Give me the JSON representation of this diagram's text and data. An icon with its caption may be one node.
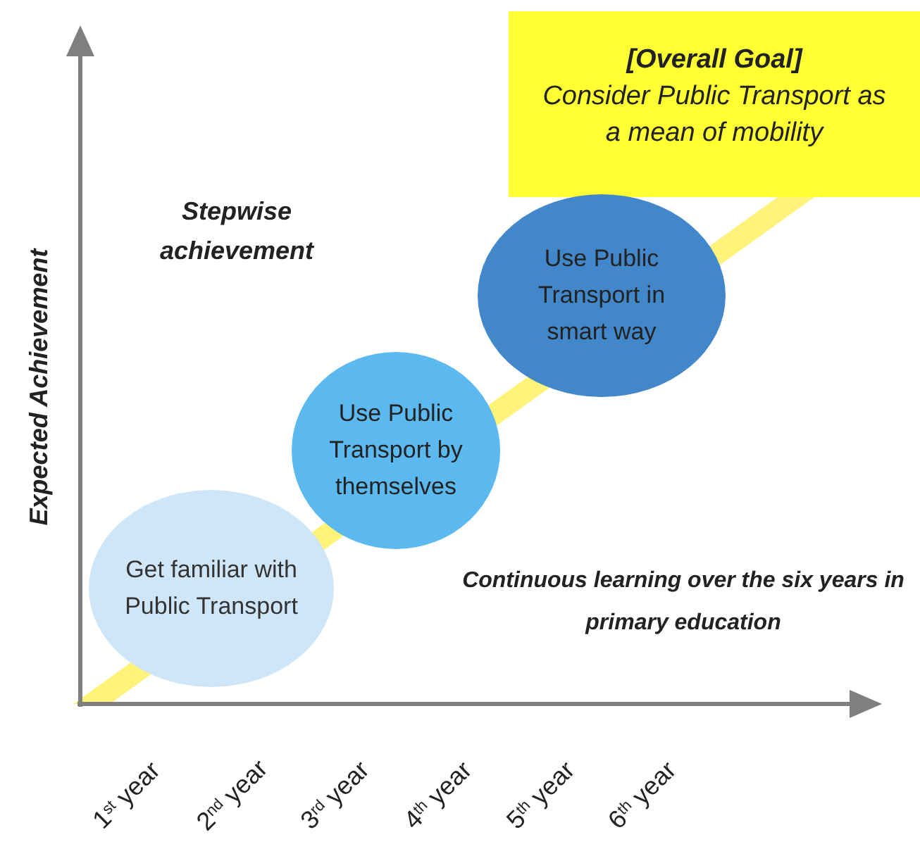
{
  "diagram": {
    "nodes": [
      {
        "text": [
          "[Overall Goal]",
          "Consider Public Transport as a mean of mobility"
        ]
      },
      {
        "text": [
          "Get familiar with Public Transport"
        ]
      },
      {
        "text": [
          "Use Public Transport by themselves"
        ]
      },
      {
        "text": [
          "Use Public Transport in smart way"
        ]
      }
    ],
    "labels": [
      "Expected Achievement",
      "Stepwise achievement",
      "Continuous learning over the six years in primary education",
      "1$^{st}$ year",
      "2$^{nd}$ year",
      "3$^{rd}$ year",
      "4$^{th}$ year",
      "5$^{th}$ year",
      "6$^{th}$ year"
    ]
  }
}
